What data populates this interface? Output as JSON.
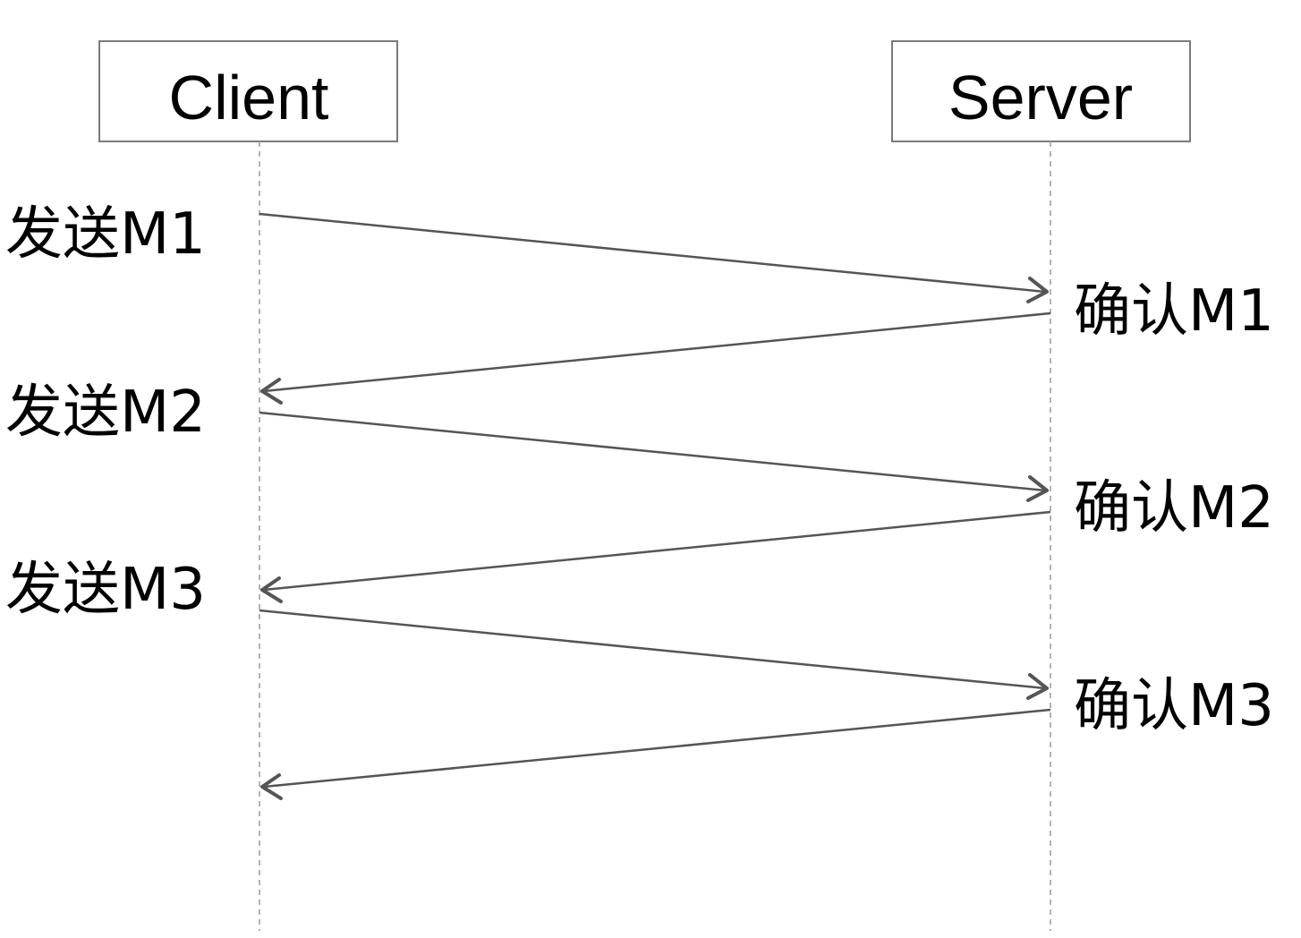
{
  "participants": {
    "client": "Client",
    "server": "Server"
  },
  "events": {
    "send": [
      "发送M1",
      "发送M2",
      "发送M3"
    ],
    "ack": [
      "确认M1",
      "确认M2",
      "确认M3"
    ]
  },
  "colors": {
    "box_border": "#7a7a7a",
    "arrow": "#555555",
    "lifeline": "#9a9a9a",
    "text": "#000000"
  }
}
